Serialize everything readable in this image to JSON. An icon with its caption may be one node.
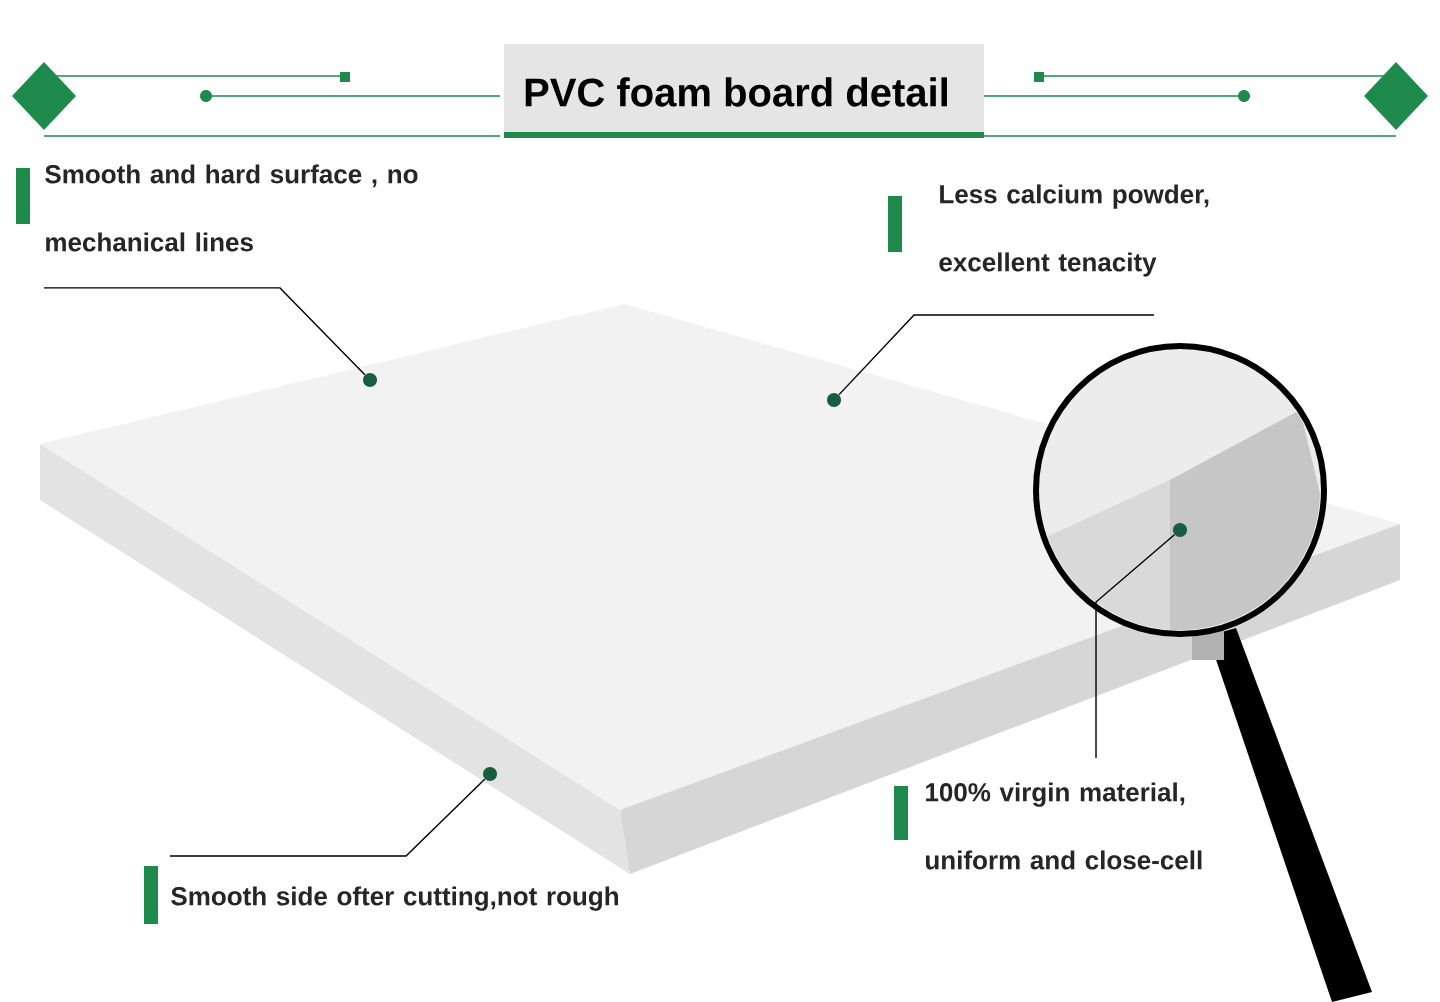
{
  "diagram": {
    "title": "PVC foam board detail",
    "nodes": [
      {
        "text": [
          "Smooth and hard surface , no mechanical lines"
        ]
      },
      {
        "text": [
          "Less calcium powder, excellent tenacity"
        ]
      },
      {
        "text": [
          "100% virgin material, uniform and close-cell"
        ]
      },
      {
        "text": [
          "Smooth side ofter cutting,not rough"
        ]
      },
      {
        "text": [],
        "shape": "circle"
      },
      {
        "text": [],
        "shape": "circle"
      },
      {
        "text": [],
        "shape": "circle"
      },
      {
        "text": [],
        "shape": "circle"
      }
    ],
    "edges": [
      {
        "from": 0,
        "to": 4,
        "arrow": "none"
      },
      {
        "from": 1,
        "to": 5,
        "arrow": "none"
      },
      {
        "from": 2,
        "to": 6,
        "arrow": "none"
      },
      {
        "from": 3,
        "to": 7,
        "arrow": "none"
      }
    ]
  }
}
